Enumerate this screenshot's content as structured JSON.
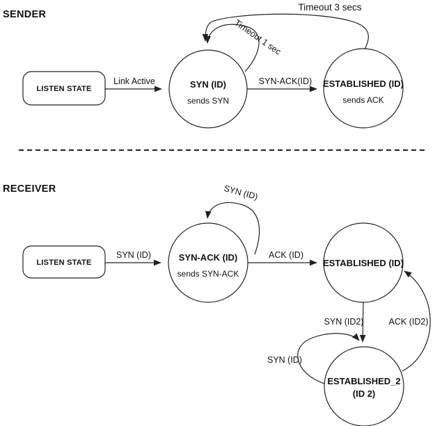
{
  "colors": {
    "background": "#ffffff",
    "stroke": "#222222",
    "text": "#111111"
  },
  "sender": {
    "label": "SENDER",
    "listen_state": {
      "label": "LISTEN STATE"
    },
    "states": {
      "syn": {
        "name": "SYN (ID)",
        "action": "sends SYN"
      },
      "established": {
        "name": "ESTABLISHED (ID)",
        "action": "sends ACK"
      }
    },
    "transitions": {
      "link_active": {
        "label": "Link Active",
        "from": "LISTEN STATE",
        "to": "SYN (ID)"
      },
      "syn_ack": {
        "label": "SYN-ACK(ID)",
        "from": "SYN (ID)",
        "to": "ESTABLISHED (ID)"
      },
      "timeout_1": {
        "label": "Timeout 1 sec",
        "from": "SYN (ID)",
        "to": "SYN (ID)"
      },
      "timeout_3": {
        "label": "Timeout 3 secs",
        "from": "ESTABLISHED (ID)",
        "to": "SYN (ID)"
      }
    }
  },
  "receiver": {
    "label": "RECEIVER",
    "listen_state": {
      "label": "LISTEN STATE"
    },
    "states": {
      "syn_ack": {
        "name": "SYN-ACK (ID)",
        "action": "sends SYN-ACK"
      },
      "established": {
        "name": "ESTABLISHED (ID)"
      },
      "established_2": {
        "name": "ESTABLISHED_2",
        "id_line": "(ID 2)"
      }
    },
    "transitions": {
      "syn": {
        "label": "SYN (ID)",
        "from": "LISTEN STATE",
        "to": "SYN-ACK (ID)"
      },
      "syn_self": {
        "label": "SYN (ID)",
        "from": "SYN-ACK (ID)",
        "to": "SYN-ACK (ID)"
      },
      "ack": {
        "label": "ACK (ID)",
        "from": "SYN-ACK (ID)",
        "to": "ESTABLISHED (ID)"
      },
      "syn_id2": {
        "label": "SYN (ID2)",
        "from": "ESTABLISHED (ID)",
        "to": "ESTABLISHED_2 (ID 2)"
      },
      "ack_id2": {
        "label": "ACK (ID2)",
        "from": "ESTABLISHED_2 (ID 2)",
        "to": "ESTABLISHED (ID)"
      },
      "syn_self_2": {
        "label": "SYN (ID)",
        "from": "ESTABLISHED_2 (ID 2)",
        "to": "ESTABLISHED_2 (ID 2)"
      }
    }
  }
}
